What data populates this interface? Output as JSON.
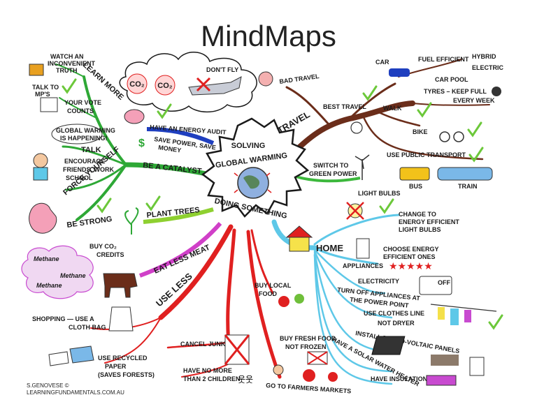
{
  "title": "MindMaps",
  "center": {
    "line1": "SOLVING",
    "line2": "GLOBAL WARMING",
    "line3": "DOING SOMETHING"
  },
  "travel": {
    "label": "TRAVEL",
    "dont_fly": "DON'T FLY",
    "co2_a": "CO₂",
    "co2_b": "CO₂",
    "bad_travel": "BAD TRAVEL",
    "best_travel": "BEST TRAVEL",
    "car": "CAR",
    "fuel_efficient": "FUEL EFFICIENT",
    "hybrid": "HYBRID",
    "electric": "ELECTRIC",
    "car_pool": "CAR POOL",
    "tyres": "TYRES – KEEP FULL",
    "every_week": "EVERY WEEK",
    "walk": "WALK",
    "bike": "BIKE",
    "public_transport": "USE PUBLIC TRANSPORT",
    "bus": "BUS",
    "train": "TRAIN"
  },
  "green_power": {
    "line1": "SWITCH TO",
    "line2": "GREEN POWER"
  },
  "home": {
    "label": "HOME",
    "light_bulbs": "LIGHT BULBS",
    "change_bulbs_1": "CHANGE TO",
    "change_bulbs_2": "ENERGY EFFICIENT",
    "change_bulbs_3": "LIGHT BULBS",
    "choose_1": "CHOOSE ENERGY",
    "choose_2": "EFFICIENT ONES",
    "appliances": "APPLIANCES",
    "electricity": "ELECTRICITY",
    "turn_off_1": "TURN OFF APPLIANCES AT",
    "turn_off_2": "THE POWER POINT",
    "off": "OFF",
    "clothes_line": "USE CLOTHES LINE",
    "not_dryer": "NOT DRYER",
    "pv": "INSTALL PHOTO-VOLTAIC PANELS",
    "solar_heater": "HAVE A SOLAR WATER HEATER",
    "insulation": "HAVE INSULATION"
  },
  "use_less": {
    "label": "USE LESS",
    "buy_local_1": "BUY LOCAL",
    "buy_local_2": "FOOD",
    "fresh_1": "BUY FRESH FOOD",
    "fresh_2": "NOT FROZEN",
    "farmers": "GO TO FARMERS MARKETS",
    "junk": "CANCEL JUNK MAIL",
    "children_1": "HAVE NO MORE",
    "children_2": "THAN 2 CHILDREN",
    "shopping": "SHOPPING — USE A",
    "cloth_bag": "CLOTH BAG",
    "recycled_1": "USE RECYCLED",
    "recycled_2": "PAPER",
    "recycled_3": "(SAVES FORESTS)"
  },
  "food": {
    "eat_less_meat": "EAT LESS MEAT",
    "methane_1": "Methane",
    "methane_2": "Methane",
    "methane_3": "Methane"
  },
  "catalyst": {
    "plant_trees": "PLANT TREES",
    "buy_co2_1": "BUY CO₂",
    "buy_co2_2": "CREDITS",
    "be_strong": "BE STRONG",
    "force": "FORCE YOURSELF",
    "catalyst": "BE A CATALYST",
    "energy_audit": "HAVE AN ENERGY AUDIT",
    "save_1": "SAVE POWER, SAVE",
    "save_2": "MONEY",
    "talk": "TALK",
    "encourage_1": "ENCOURAGE",
    "encourage_2": "FRIENDS, WORK",
    "encourage_3": "SCHOOL",
    "global_1": "GLOBAL WARMING",
    "global_2": "IS HAPPENING!",
    "vote_1": "YOUR VOTE",
    "vote_2": "COUNTS",
    "talk_mps_1": "TALK TO",
    "talk_mps_2": "MP'S",
    "learn_more": "LEARN MORE",
    "watch_1": "WATCH AN",
    "watch_2": "INCONVENIENT",
    "watch_3": "TRUTH"
  },
  "credit": {
    "line1": "S.GENOVESE ©",
    "line2": "LEARNINGFUNDAMENTALS.COM.AU"
  },
  "colors": {
    "travel": "#6b2d1a",
    "home": "#5ec8e8",
    "use_less": "#e02020",
    "meat": "#d040c8",
    "trees": "#8ed030",
    "catalyst": "#2ea836",
    "energy_audit": "#1f3fbf",
    "green_power": "#3cb83c"
  }
}
